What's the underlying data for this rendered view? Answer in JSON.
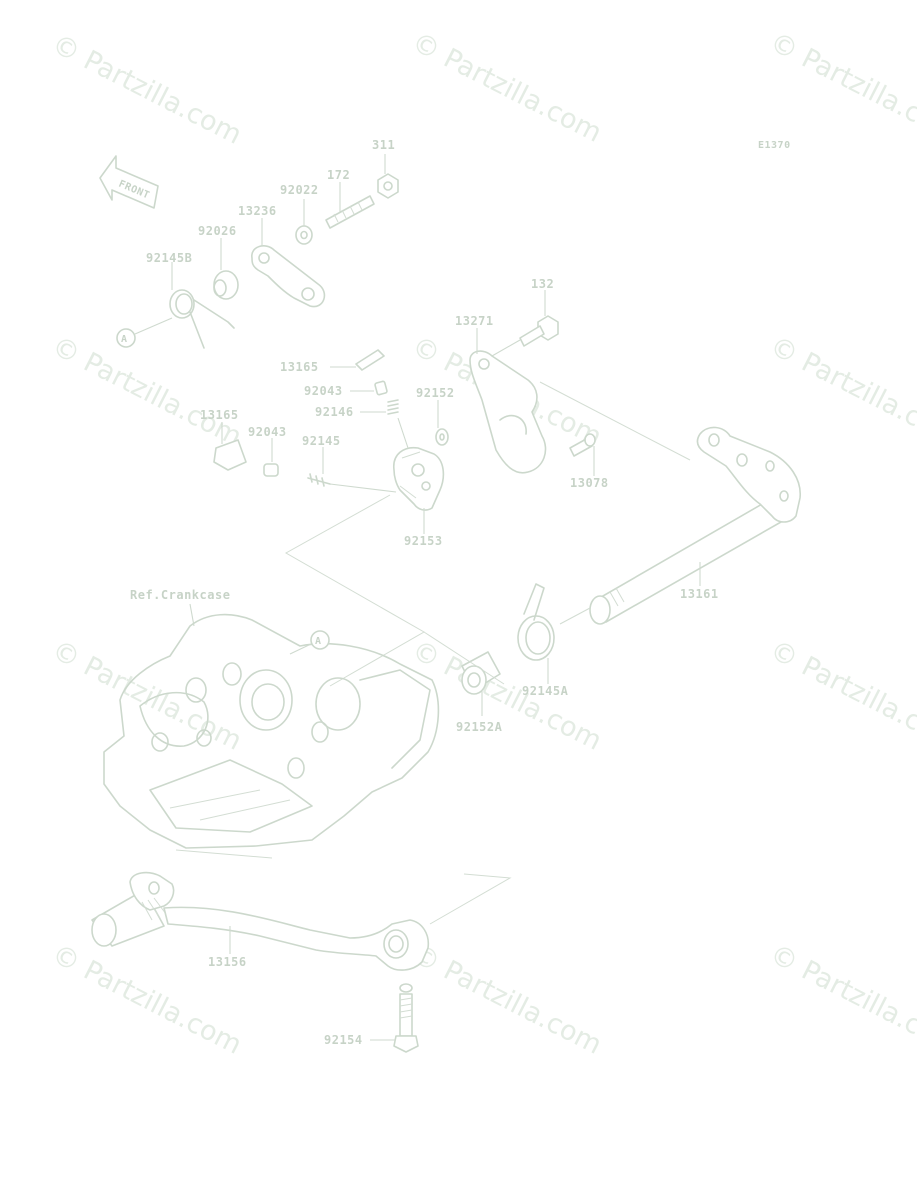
{
  "diagram": {
    "code": "E1370",
    "watermark": "© Partzilla.com",
    "front_arrow": "FRONT",
    "reference_label": "Ref.Crankcase",
    "callout_letter": "A",
    "parts": [
      {
        "id": "p-311",
        "number": "311"
      },
      {
        "id": "p-172",
        "number": "172"
      },
      {
        "id": "p-92022",
        "number": "92022"
      },
      {
        "id": "p-13236",
        "number": "13236"
      },
      {
        "id": "p-92026",
        "number": "92026"
      },
      {
        "id": "p-92145b",
        "number": "92145B"
      },
      {
        "id": "p-132",
        "number": "132"
      },
      {
        "id": "p-13271",
        "number": "13271"
      },
      {
        "id": "p-13165-upper",
        "number": "13165"
      },
      {
        "id": "p-92043-upper",
        "number": "92043"
      },
      {
        "id": "p-92146",
        "number": "92146"
      },
      {
        "id": "p-92152",
        "number": "92152"
      },
      {
        "id": "p-13165-lower",
        "number": "13165"
      },
      {
        "id": "p-92043-lower",
        "number": "92043"
      },
      {
        "id": "p-92145",
        "number": "92145"
      },
      {
        "id": "p-92153",
        "number": "92153"
      },
      {
        "id": "p-13078",
        "number": "13078"
      },
      {
        "id": "p-13161",
        "number": "13161"
      },
      {
        "id": "p-92145a",
        "number": "92145A"
      },
      {
        "id": "p-92152a",
        "number": "92152A"
      },
      {
        "id": "p-13156",
        "number": "13156"
      },
      {
        "id": "p-92154",
        "number": "92154"
      }
    ]
  }
}
